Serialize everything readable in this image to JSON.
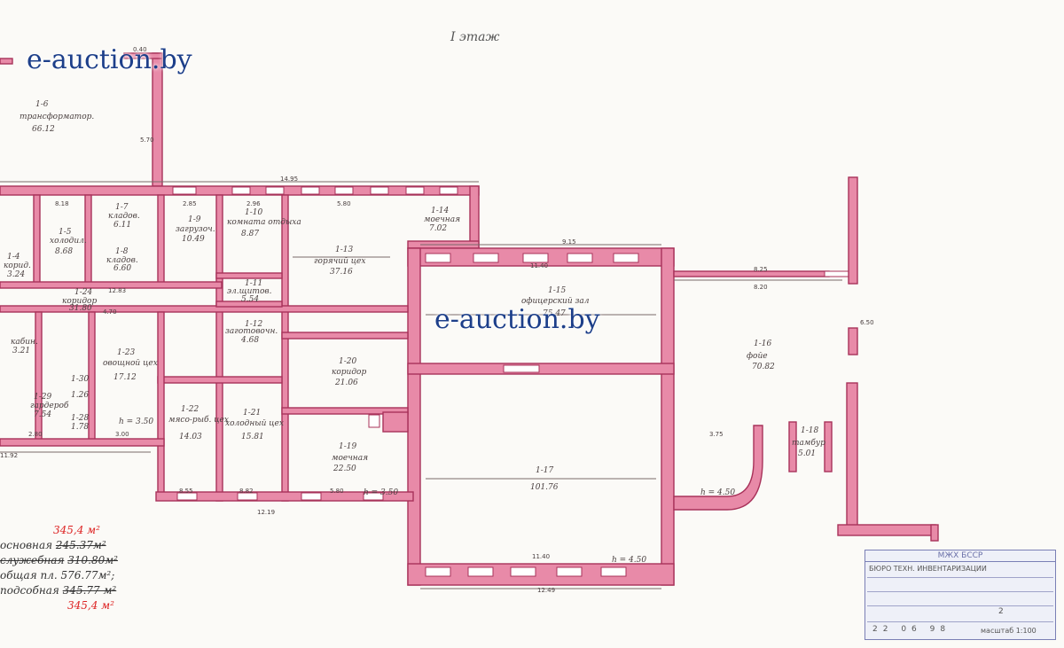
{
  "floor_title": "I этаж",
  "watermark": "e-auction.by",
  "rooms": [
    {
      "id": "r1_6",
      "code": "1-6",
      "name": "трансформатор.",
      "area": "66.12"
    },
    {
      "id": "r1_5",
      "code": "1-5",
      "name": "холодил.",
      "area": "8.68"
    },
    {
      "id": "r1_7",
      "code": "1-7",
      "name": "кладов.",
      "area": "6.11"
    },
    {
      "id": "r1_8",
      "code": "1-8",
      "name": "кладов.",
      "area": "6.60"
    },
    {
      "id": "r1_9",
      "code": "1-9",
      "name": "загрузоч.",
      "area": "10.49"
    },
    {
      "id": "r1_10",
      "code": "1-10",
      "name": "комната отдыха",
      "area": "8.87"
    },
    {
      "id": "r1_11",
      "code": "1-11",
      "name": "эл.щитов.",
      "area": "5.54"
    },
    {
      "id": "r1_12",
      "code": "1-12",
      "name": "заготовочн.",
      "area": "4.68"
    },
    {
      "id": "r1_13",
      "code": "1-13",
      "name": "горячий цех",
      "area": "37.16"
    },
    {
      "id": "r1_14",
      "code": "1-14",
      "name": "моечная",
      "area": "7.02"
    },
    {
      "id": "r1_15",
      "code": "1-15",
      "name": "офицерский зал",
      "area": "75.47"
    },
    {
      "id": "r1_16",
      "code": "1-16",
      "name": "фойе",
      "area": "70.82"
    },
    {
      "id": "r1_17",
      "code": "1-17",
      "name": "",
      "area": "101.76"
    },
    {
      "id": "r1_18",
      "code": "1-18",
      "name": "тамбур",
      "area": "5.01"
    },
    {
      "id": "r1_19",
      "code": "1-19",
      "name": "моечная",
      "area": "22.50"
    },
    {
      "id": "r1_20",
      "code": "1-20",
      "name": "коридор",
      "area": "21.06"
    },
    {
      "id": "r1_21",
      "code": "1-21",
      "name": "холодный цех",
      "area": "15.81"
    },
    {
      "id": "r1_22",
      "code": "1-22",
      "name": "мясо-рыб. цех",
      "area": "14.03"
    },
    {
      "id": "r1_23",
      "code": "1-23",
      "name": "овощной цех",
      "area": "17.12"
    },
    {
      "id": "r1_24",
      "code": "1-24",
      "name": "коридор",
      "area": "31.80"
    },
    {
      "id": "r1_28",
      "code": "1-28",
      "name": "",
      "area": "1.78"
    },
    {
      "id": "r1_29",
      "code": "1-29",
      "name": "гардероб",
      "area": "7.54"
    },
    {
      "id": "r1_30",
      "code": "1-30",
      "name": "",
      "area": "1.26"
    },
    {
      "id": "r1_31",
      "code": "",
      "name": "кабин.",
      "area": "3.21"
    },
    {
      "id": "r1_3",
      "code": "1-4",
      "name": "корид.",
      "area": "3.24"
    }
  ],
  "heights": [
    "h = 3.50",
    "h = 3.50",
    "h = 4.50",
    "h = 4.50"
  ],
  "dimensions": [
    "14.95",
    "5.80",
    "9.15",
    "11.40",
    "11.40",
    "12.49",
    "12.19",
    "8.25",
    "8.20",
    "12.83",
    "11.92",
    "4.70",
    "3.75",
    "8.55",
    "8.82",
    "5.80",
    "2.80",
    "3.00",
    "6.50",
    "8.18",
    "2.85",
    "2.96",
    "0.40",
    "5.70"
  ],
  "area_summary": {
    "line1_label": "основная",
    "line1_old": "245.37м²",
    "line1_new": "345,4 м²",
    "line2_label": "служебная",
    "line2_old": "310.80м²",
    "line3": "общая пл. 576.77м²;",
    "line4_label": "подсобная",
    "line4_old": "345.77 м²",
    "line4_new": "345,4 м²"
  },
  "stamp": {
    "org": "МЖХ БССР",
    "line1": "БЮРО ТЕХН. ИНВЕНТАРИЗАЦИИ",
    "date": "22 06 98",
    "scale": "масштаб 1:100",
    "sheet": "2"
  }
}
